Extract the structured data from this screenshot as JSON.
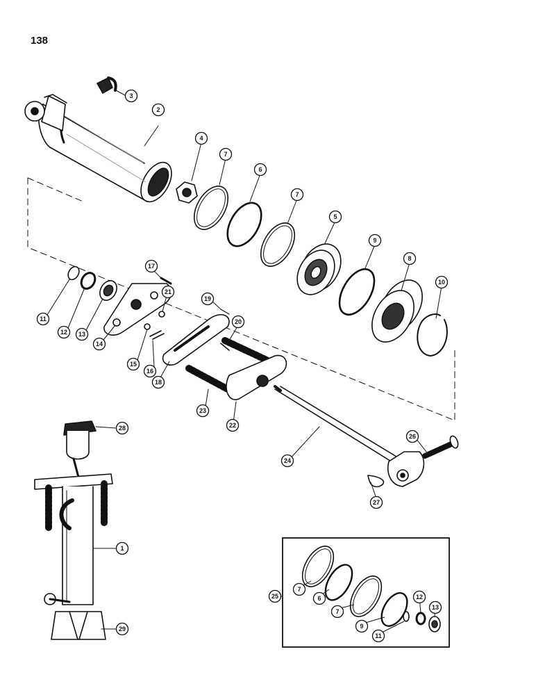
{
  "page_number": "138",
  "callouts": [
    {
      "id": "c1",
      "label": "1"
    },
    {
      "id": "c2",
      "label": "2"
    },
    {
      "id": "c3",
      "label": "3"
    },
    {
      "id": "c4",
      "label": "4"
    },
    {
      "id": "c5",
      "label": "5"
    },
    {
      "id": "c6",
      "label": "6"
    },
    {
      "id": "c7a",
      "label": "7"
    },
    {
      "id": "c7b",
      "label": "7"
    },
    {
      "id": "c8",
      "label": "8"
    },
    {
      "id": "c9",
      "label": "9"
    },
    {
      "id": "c10",
      "label": "10"
    },
    {
      "id": "c11",
      "label": "11"
    },
    {
      "id": "c12",
      "label": "12"
    },
    {
      "id": "c13",
      "label": "13"
    },
    {
      "id": "c14",
      "label": "14"
    },
    {
      "id": "c15",
      "label": "15"
    },
    {
      "id": "c16",
      "label": "16"
    },
    {
      "id": "c17",
      "label": "17"
    },
    {
      "id": "c18",
      "label": "18"
    },
    {
      "id": "c19",
      "label": "19"
    },
    {
      "id": "c20",
      "label": "20"
    },
    {
      "id": "c21",
      "label": "21"
    },
    {
      "id": "c22",
      "label": "22"
    },
    {
      "id": "c23",
      "label": "23"
    },
    {
      "id": "c24",
      "label": "24"
    },
    {
      "id": "c26",
      "label": "26"
    },
    {
      "id": "c27",
      "label": "27"
    },
    {
      "id": "c28",
      "label": "28"
    },
    {
      "id": "c29",
      "label": "29"
    },
    {
      "id": "k25",
      "label": "25"
    },
    {
      "id": "k7a",
      "label": "7"
    },
    {
      "id": "k6",
      "label": "6"
    },
    {
      "id": "k7b",
      "label": "7"
    },
    {
      "id": "k9",
      "label": "9"
    },
    {
      "id": "k11",
      "label": "11"
    },
    {
      "id": "k12",
      "label": "12"
    },
    {
      "id": "k13",
      "label": "13"
    }
  ]
}
